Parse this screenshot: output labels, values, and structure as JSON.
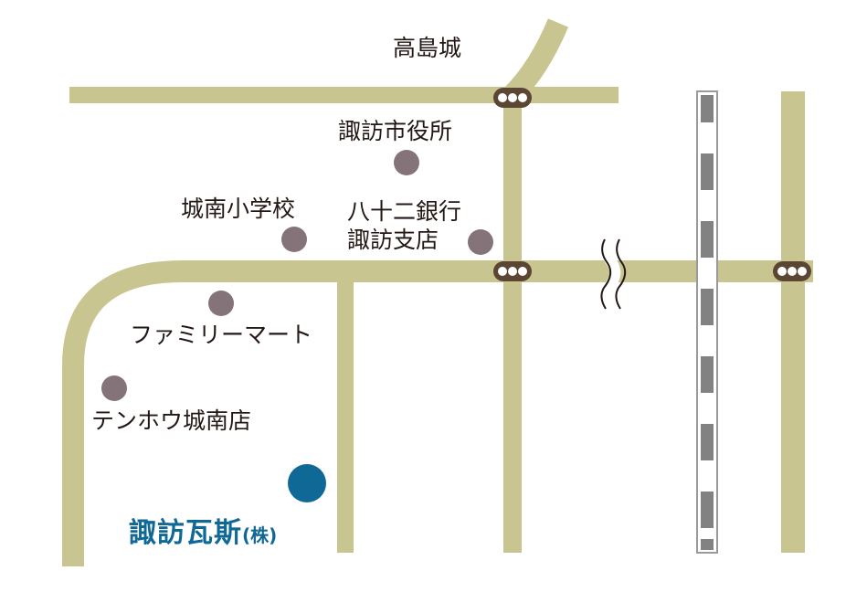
{
  "colors": {
    "road": "#c9c591",
    "landmark": "#85737a",
    "company": "#106896",
    "signal_body": "#5b4634",
    "rail_dark": "#828282",
    "text": "#231815"
  },
  "map": {
    "landmarks": [
      {
        "id": "takashima-castle",
        "name": "高島城"
      },
      {
        "id": "suwa-city-hall",
        "name": "諏訪市役所"
      },
      {
        "id": "jonan-elementary",
        "name": "城南小学校"
      },
      {
        "id": "hachijuni-bank",
        "name_line1": "八十二銀行",
        "name_line2": "諏訪支店"
      },
      {
        "id": "familymart",
        "name": "ファミリーマート"
      },
      {
        "id": "tenhou-jonan",
        "name": "テンホウ城南店"
      }
    ],
    "destination": {
      "name": "諏訪瓦斯",
      "suffix": "(株)"
    },
    "icons": [
      "traffic-signal-icon",
      "railway-icon",
      "road-break-icon",
      "location-dot-icon",
      "destination-dot-icon"
    ]
  }
}
